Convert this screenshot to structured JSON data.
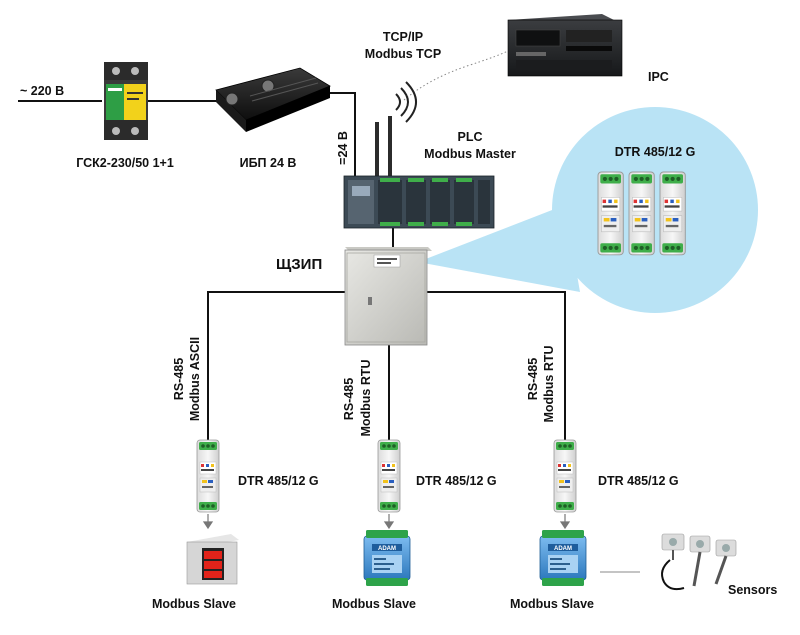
{
  "labels": {
    "mains": "~ 220 В",
    "surge_protector": "ГСК2-230/50 1+1",
    "ups": "ИБП 24 В",
    "dc_24": "=24 В",
    "tcp_ip": "TCP/IP",
    "modbus_tcp": "Modbus TCP",
    "ipc": "IPC",
    "plc": "PLC",
    "plc_role": "Modbus Master",
    "cabinet": "ЩЗИП",
    "callout_title": "DTR 485/12 G"
  },
  "branches": [
    {
      "bus": "RS-485",
      "protocol": "Modbus ASCII",
      "module": "DTR 485/12 G",
      "slave": "Modbus Slave",
      "slave_kind": "meter"
    },
    {
      "bus": "RS-485",
      "protocol": "Modbus RTU",
      "module": "DTR 485/12 G",
      "slave": "Modbus Slave",
      "slave_kind": "adam"
    },
    {
      "bus": "RS-485",
      "protocol": "Modbus RTU",
      "module": "DTR 485/12 G",
      "slave": "Modbus Slave",
      "slave_kind": "adam"
    }
  ],
  "sensors_label": "Sensors",
  "device_text": {
    "adam_brand": "ADAM"
  },
  "colors": {
    "callout_fill": "#b9e3f5",
    "line": "#111111",
    "cabinet": "#d7d7d2",
    "surge_green": "#2e9e45",
    "surge_yellow": "#f2d21b",
    "adam_blue": "#3b8fd3",
    "plc_body": "#3c4a55"
  }
}
